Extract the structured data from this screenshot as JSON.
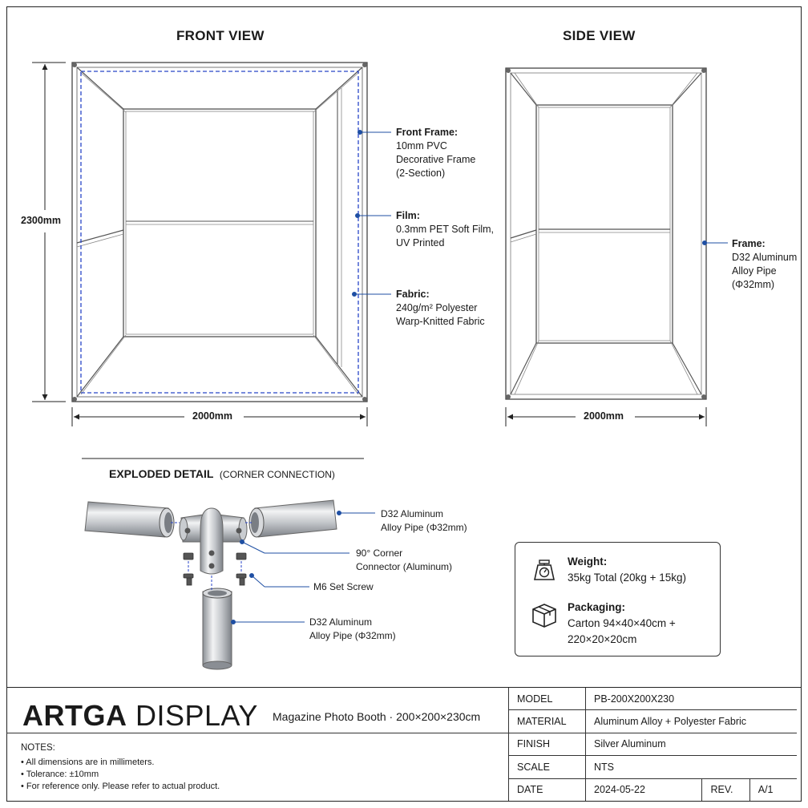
{
  "views": {
    "front_title": "FRONT VIEW",
    "side_title": "SIDE VIEW",
    "front_height_dim": "2300mm",
    "front_width_dim": "2000mm",
    "side_width_dim": "2000mm"
  },
  "front_callouts": [
    {
      "title": "Front Frame:",
      "lines": [
        "10mm PVC",
        "Decorative Frame",
        "(2-Section)"
      ]
    },
    {
      "title": "Film:",
      "lines": [
        "0.3mm PET Soft Film,",
        "UV Printed"
      ]
    },
    {
      "title": "Fabric:",
      "lines": [
        "240g/m² Polyester",
        "Warp-Knitted Fabric"
      ]
    }
  ],
  "side_callout": {
    "title": "Frame:",
    "lines": [
      "D32 Aluminum",
      "Alloy Pipe",
      "(Φ32mm)"
    ]
  },
  "exploded": {
    "title": "EXPLODED DETAIL",
    "subtitle": "(CORNER CONNECTION)",
    "callouts": [
      {
        "lines": [
          "D32 Aluminum",
          "Alloy Pipe (Φ32mm)"
        ]
      },
      {
        "lines": [
          "90° Corner",
          "Connector (Aluminum)"
        ]
      },
      {
        "lines": [
          "M6 Set Screw"
        ]
      },
      {
        "lines": [
          "D32 Aluminum",
          "Alloy Pipe (Φ32mm)"
        ]
      }
    ]
  },
  "info": {
    "weight_label": "Weight:",
    "weight_value": "35kg Total (20kg + 15kg)",
    "weight_icon": "scale-icon",
    "packaging_label": "Packaging:",
    "packaging_line1": "Carton 94×40×40cm +",
    "packaging_line2": "220×20×20cm",
    "packaging_icon": "box-icon"
  },
  "titleblock": {
    "brand_bold": "ARTGA",
    "brand_light": "DISPLAY",
    "product": "Magazine Photo Booth  ·  200×200×230cm",
    "notes_title": "NOTES:",
    "notes": [
      "•  All dimensions are in millimeters.",
      "•  Tolerance: ±10mm",
      "•  For reference only. Please refer to actual product."
    ],
    "spec": {
      "model_label": "MODEL",
      "model_value": "PB-200X200X230",
      "material_label": "MATERIAL",
      "material_value": "Aluminum Alloy + Polyester Fabric",
      "finish_label": "FINISH",
      "finish_value": "Silver Aluminum",
      "scale_label": "SCALE",
      "scale_value": "NTS",
      "date_label": "DATE",
      "date_value": "2024-05-22",
      "rev_label": "REV.",
      "rev_value": "A/1"
    }
  },
  "colors": {
    "line": "#222222",
    "pipe": "#b9bcc0",
    "callout": "#1f4fa3",
    "dashed": "#2846c8"
  }
}
